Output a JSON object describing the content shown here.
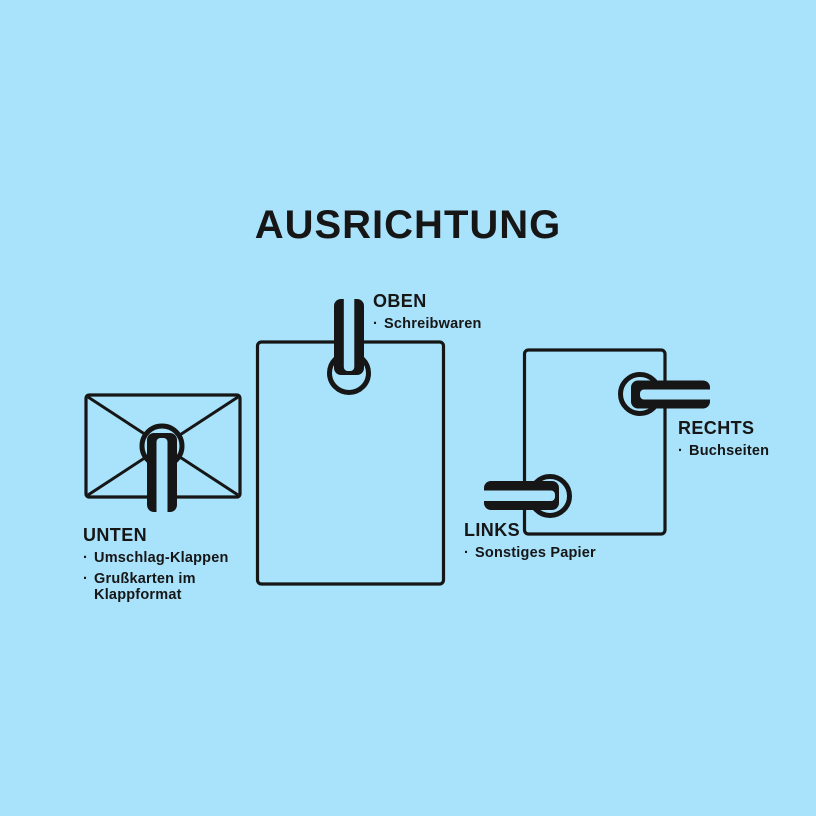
{
  "colors": {
    "background": "#a9e2fb",
    "ink": "#161616"
  },
  "title": "AUSRICHTUNG",
  "bullet_glyph": "·",
  "sections": {
    "oben": {
      "label": "OBEN",
      "items": [
        "Schreibwaren"
      ]
    },
    "unten": {
      "label": "UNTEN",
      "items": [
        "Umschlag-Klappen",
        "Grußkarten im Klappformat"
      ]
    },
    "links": {
      "label": "LINKS",
      "items": [
        "Sonstiges Papier"
      ]
    },
    "rechts": {
      "label": "RECHTS",
      "items": [
        "Buchseiten"
      ]
    }
  }
}
